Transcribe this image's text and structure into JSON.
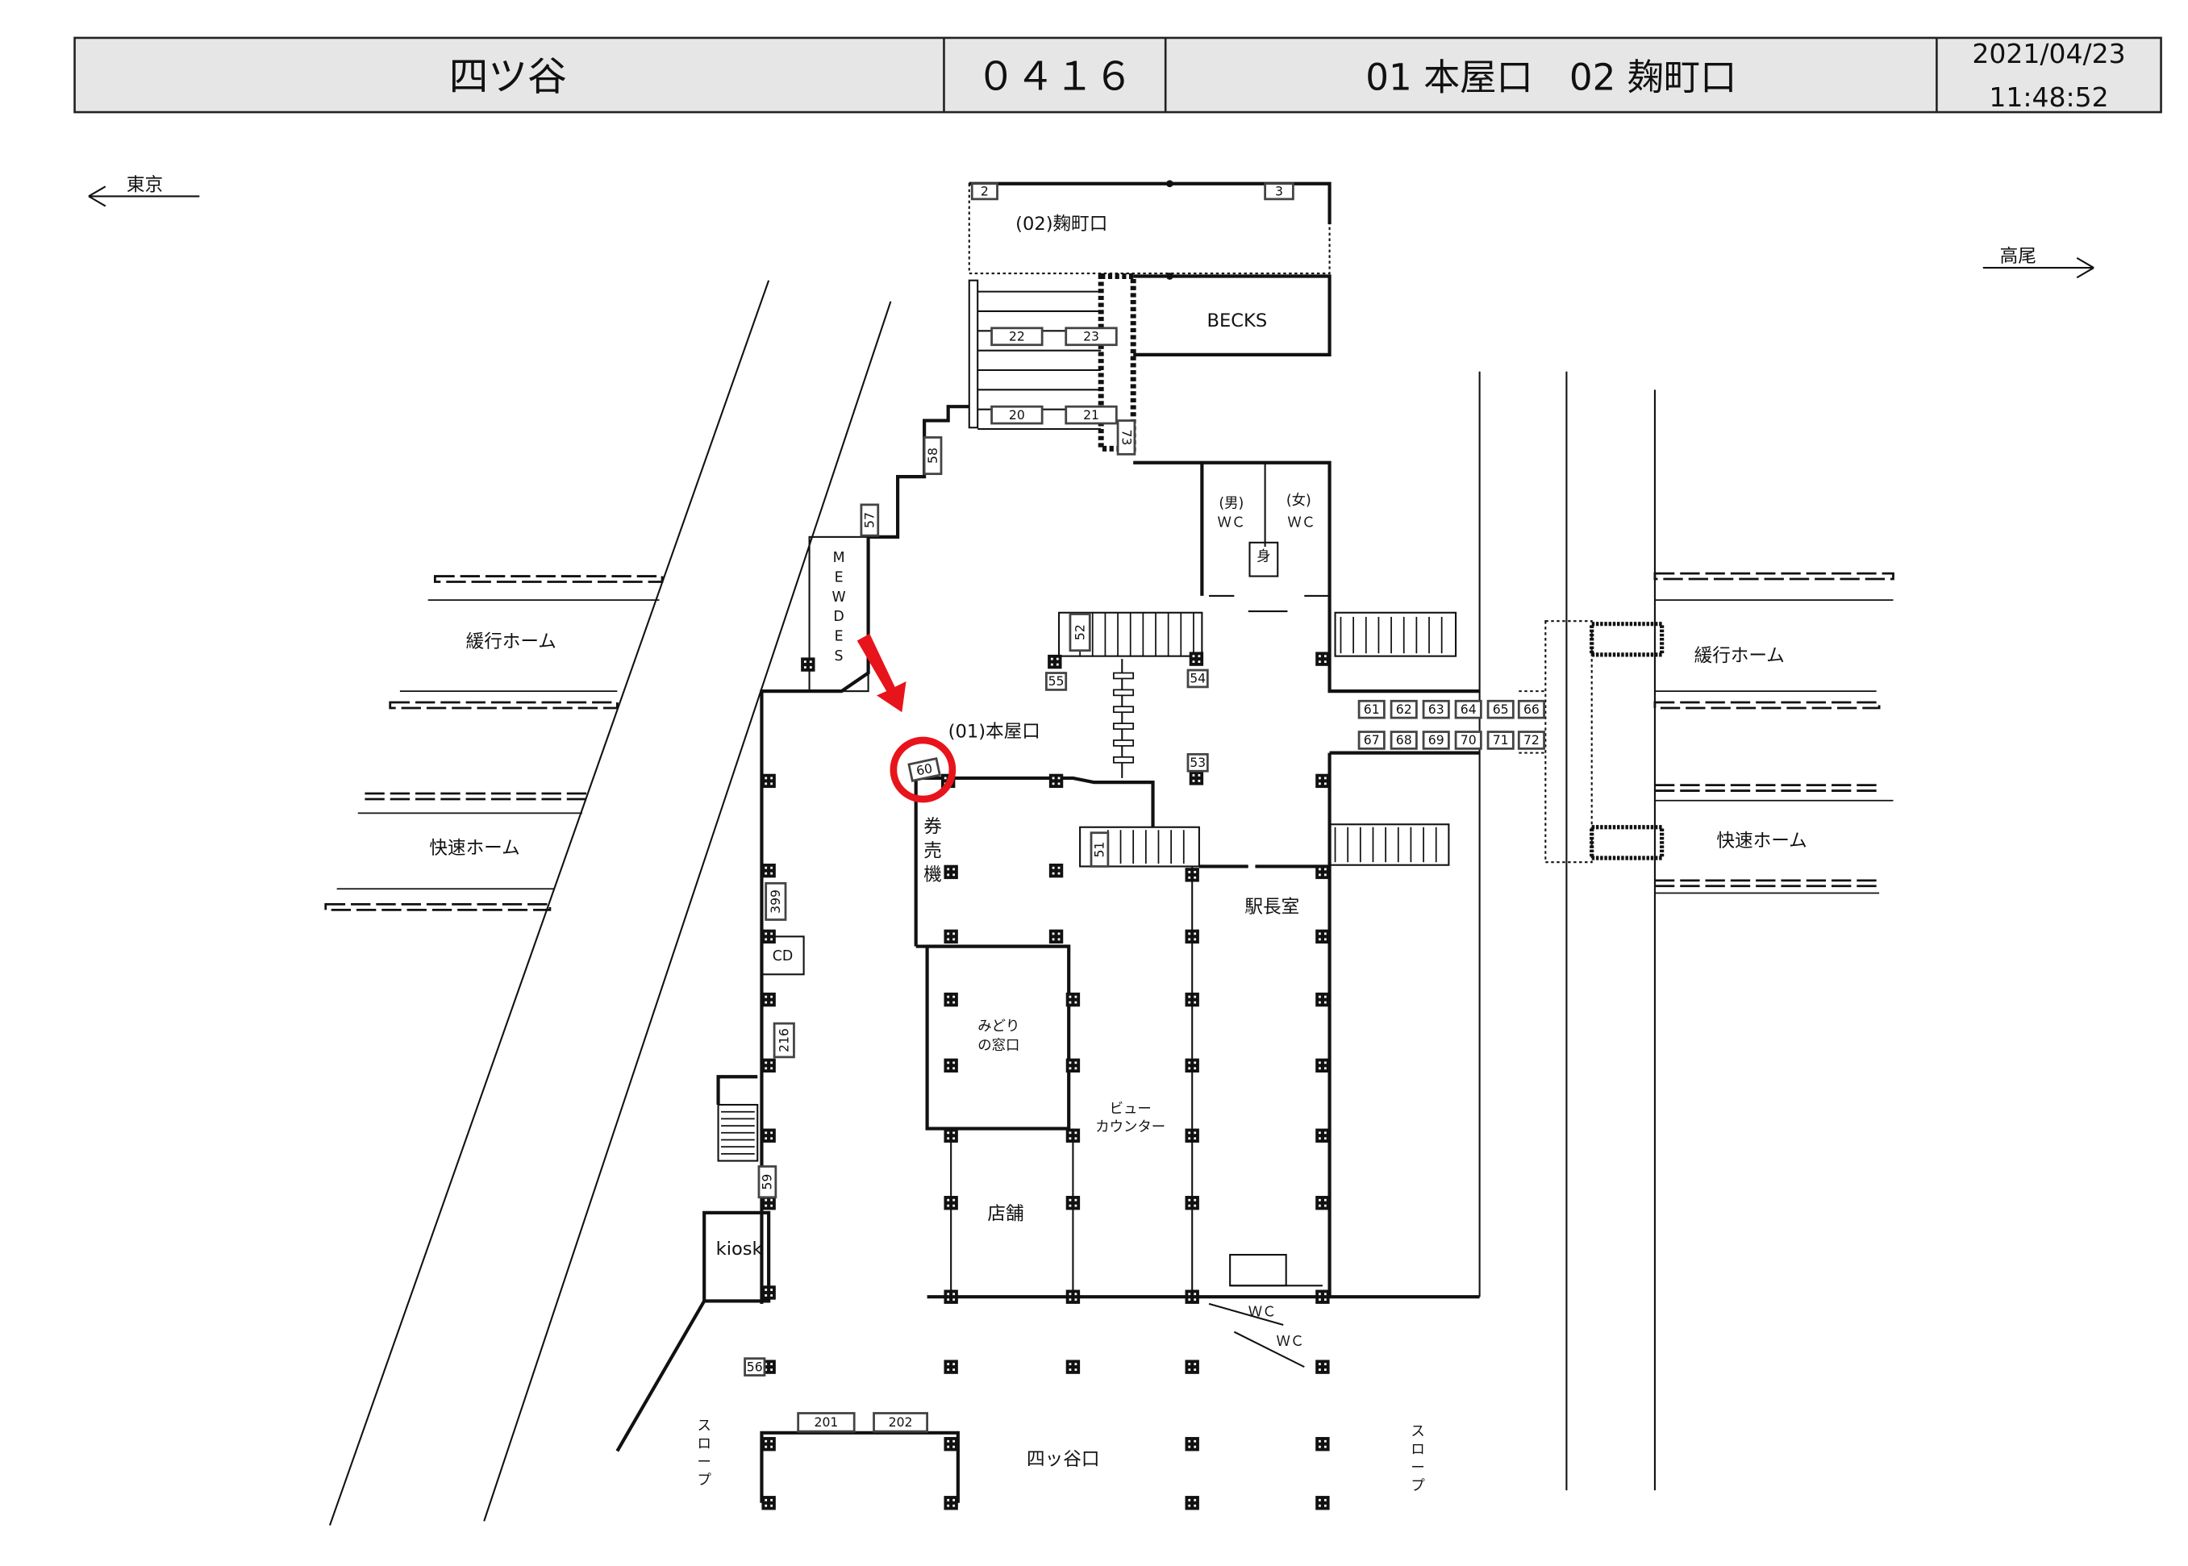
{
  "header": {
    "station": "四ツ谷",
    "code": "０４１６",
    "exits": "01 本屋口　02 麹町口",
    "date": "2021/04/23",
    "time": "11:48:52"
  },
  "directions": {
    "left": "東京",
    "right": "高尾"
  },
  "platforms": {
    "left_local": "緩行ホーム",
    "left_rapid": "快速ホーム",
    "right_local": "緩行ホーム",
    "right_rapid": "快速ホーム"
  },
  "facilities": {
    "exit_02": "(02)麹町口",
    "becks": "BECKS",
    "wc_male_label": "(男)",
    "wc_male": "ＷＣ",
    "wc_female_label": "(女)",
    "wc_female": "ＷＣ",
    "accessible": "身",
    "mewdes": [
      "M",
      "E",
      "W",
      "D",
      "E",
      "S"
    ],
    "exit_01": "(01)本屋口",
    "ticket_machine": [
      "券",
      "売",
      "機"
    ],
    "cd": "CD",
    "midori": [
      "みどり",
      "の窓口"
    ],
    "view_counter": [
      "ビュー",
      "カウンター"
    ],
    "station_master": "駅長室",
    "shop": "店舗",
    "kiosk": "kiosk",
    "wc_lower_1": "ＷＣ",
    "wc_lower_2": "ＷＣ",
    "slope": [
      "ス",
      "ロ",
      "ー",
      "プ"
    ],
    "exit_yotsuya": "四ッ谷口"
  },
  "ads": [
    "2",
    "3",
    "22",
    "23",
    "20",
    "21",
    "73",
    "58",
    "57",
    "52",
    "55",
    "54",
    "61",
    "62",
    "63",
    "64",
    "65",
    "66",
    "67",
    "68",
    "69",
    "70",
    "71",
    "72",
    "53",
    "60",
    "51",
    "399",
    "216",
    "59",
    "56",
    "201",
    "202"
  ],
  "highlight": {
    "ad": "60",
    "color": "#e8141b"
  }
}
